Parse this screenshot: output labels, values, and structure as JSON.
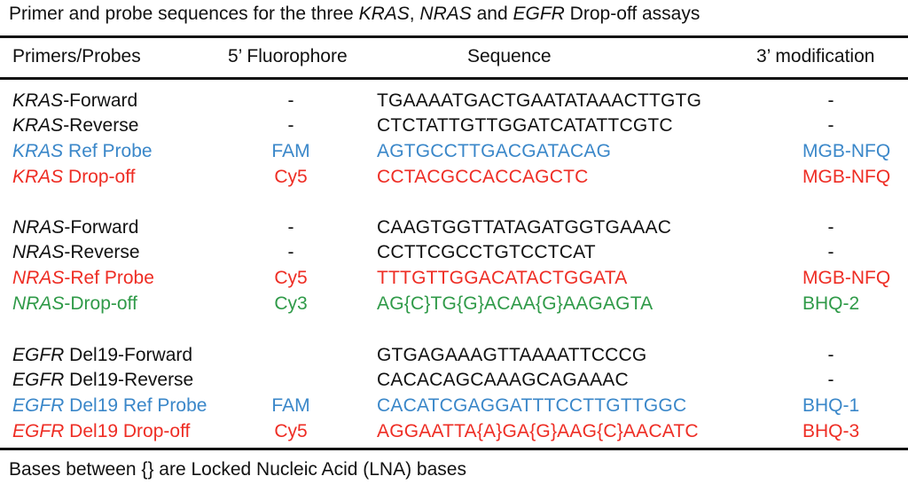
{
  "title": {
    "prefix": "Primer and probe sequences for the three ",
    "gene1": "KRAS",
    "sep1": ", ",
    "gene2": "NRAS",
    "sep2": " and ",
    "gene3": "EGFR",
    "suffix": " Drop-off assays"
  },
  "headers": {
    "name": "Primers/Probes",
    "fluor": "5’ Fluorophore",
    "seq": "Sequence",
    "mod": "3’ modification"
  },
  "colors": {
    "black": "#111111",
    "blue": "#3a87c9",
    "red": "#ee2d24",
    "green": "#2f9a48"
  },
  "rows": [
    {
      "gene": "KRAS",
      "suffix": "-Forward",
      "fluor": "-",
      "seq": "TGAAAATGACTGAATATAAACTTGTG",
      "mod": "-",
      "color": "black"
    },
    {
      "gene": "KRAS",
      "suffix": "-Reverse",
      "fluor": "-",
      "seq": "CTCTATTGTTGGATCATATTCGTC",
      "mod": "-",
      "color": "black"
    },
    {
      "gene": "KRAS",
      "suffix": " Ref Probe",
      "fluor": "FAM",
      "seq": "AGTGCCTTGACGATACAG",
      "mod": "MGB-NFQ",
      "color": "blue"
    },
    {
      "gene": "KRAS",
      "suffix": " Drop-off",
      "fluor": "Cy5",
      "seq": "CCTACGCCACCAGCTC",
      "mod": "MGB-NFQ",
      "color": "red"
    },
    {
      "gene": "NRAS",
      "suffix": "-Forward",
      "fluor": "-",
      "seq": "CAAGTGGTTATAGATGGTGAAAC",
      "mod": "-",
      "color": "black"
    },
    {
      "gene": "NRAS",
      "suffix": "-Reverse",
      "fluor": "-",
      "seq": "CCTTCGCCTGTCCTCAT",
      "mod": "-",
      "color": "black"
    },
    {
      "gene": "NRAS",
      "suffix": "-Ref Probe",
      "fluor": "Cy5",
      "seq": "TTTGTTGGACATACTGGATA",
      "mod": "MGB-NFQ",
      "color": "red"
    },
    {
      "gene": "NRAS",
      "suffix": "-Drop-off",
      "fluor": "Cy3",
      "seq": "AG{C}TG{G}ACAA{G}AAGAGTA",
      "mod": "BHQ-2",
      "color": "green"
    },
    {
      "gene": "EGFR",
      "suffix": " Del19-Forward",
      "fluor": "",
      "seq": "GTGAGAAAGTTAAAATTCCCG",
      "mod": "-",
      "color": "black"
    },
    {
      "gene": "EGFR",
      "suffix": " Del19-Reverse",
      "fluor": "",
      "seq": "CACACAGCAAAGCAGAAAC",
      "mod": "-",
      "color": "black"
    },
    {
      "gene": "EGFR",
      "suffix": " Del19 Ref Probe",
      "fluor": "FAM",
      "seq": "CACATCGAGGATTTCCTTGTTGGC",
      "mod": "BHQ-1",
      "color": "blue"
    },
    {
      "gene": "EGFR",
      "suffix": " Del19 Drop-off",
      "fluor": "Cy5",
      "seq": "AGGAATTA{A}GA{G}AAG{C}AACATC",
      "mod": "BHQ-3",
      "color": "red"
    }
  ],
  "footnote": "Bases between {} are Locked Nucleic Acid (LNA) bases"
}
